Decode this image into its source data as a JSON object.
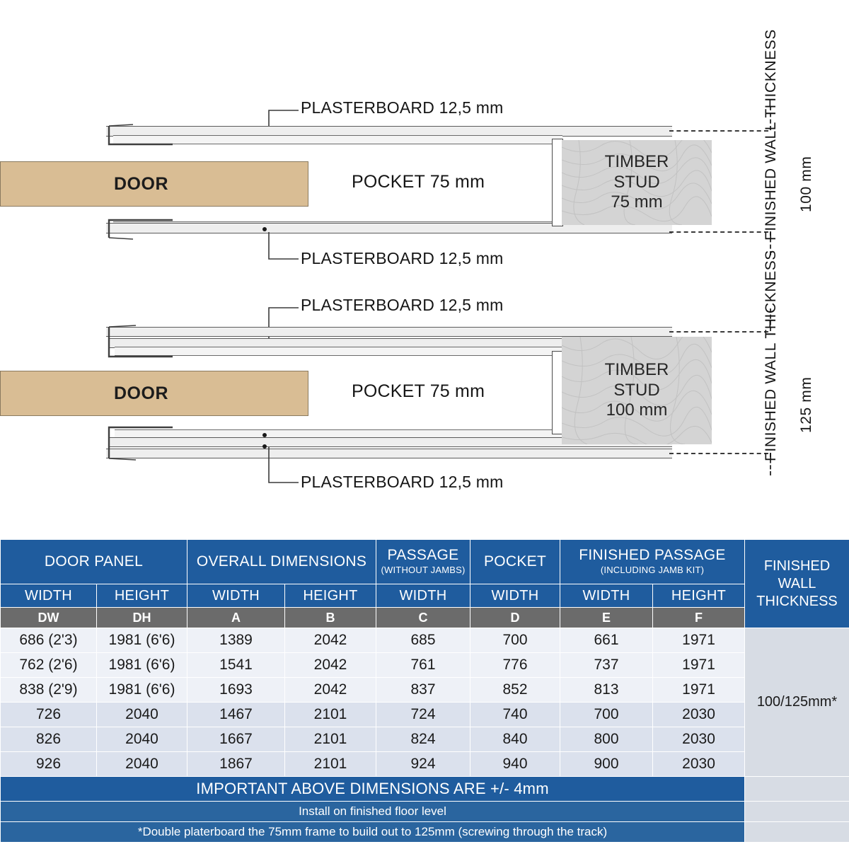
{
  "diagrams": [
    {
      "id": "wall-100",
      "door_label": "DOOR",
      "pocket_label": "POCKET 75 mm",
      "plasterboard_top_label": "PLASTERBOARD 12,5 mm",
      "plasterboard_bottom_label": "PLASTERBOARD 12,5 mm",
      "stud_line1": "TIMBER",
      "stud_line2": "STUD",
      "stud_line3": "75 mm",
      "dimension_label": "FINISHED WALL THICKNESS",
      "dimension_value": "100 mm"
    },
    {
      "id": "wall-125",
      "door_label": "DOOR",
      "pocket_label": "POCKET 75 mm",
      "plasterboard_top_label": "PLASTERBOARD 12,5 mm",
      "plasterboard_bottom_label": "PLASTERBOARD 12,5 mm",
      "stud_line1": "TIMBER",
      "stud_line2": "STUD",
      "stud_line3": "100 mm",
      "dimension_label": "FINISHED WALL THICKNESS",
      "dimension_value": "125 mm"
    }
  ],
  "colors": {
    "header_blue": "#1f5c9e",
    "code_gray": "#6b6b6b",
    "door_tan": "#d9bd94",
    "stud_gray": "#d4d4d4",
    "row_light": "#eef1f7",
    "row_dark": "#dbe1ed",
    "thickness_cell": "#d7dce4"
  },
  "table": {
    "group_headers": [
      {
        "title": "DOOR PANEL",
        "subtitle": "",
        "span": 2
      },
      {
        "title": "OVERALL DIMENSIONS",
        "subtitle": "",
        "span": 2
      },
      {
        "title": "PASSAGE",
        "subtitle": "(WITHOUT JAMBS)",
        "span": 1
      },
      {
        "title": "POCKET",
        "subtitle": "",
        "span": 1
      },
      {
        "title": "FINISHED PASSAGE",
        "subtitle": "(INCLUDING JAMB KIT)",
        "span": 2
      }
    ],
    "thickness_header": "FINISHED WALL THICKNESS",
    "sub_headers": [
      "WIDTH",
      "HEIGHT",
      "WIDTH",
      "HEIGHT",
      "WIDTH",
      "WIDTH",
      "WIDTH",
      "HEIGHT"
    ],
    "code_row": [
      "DW",
      "DH",
      "A",
      "B",
      "C",
      "D",
      "E",
      "F"
    ],
    "rows": [
      {
        "band": "a",
        "cells": [
          "686 (2'3)",
          "1981 (6'6)",
          "1389",
          "2042",
          "685",
          "700",
          "661",
          "1971"
        ]
      },
      {
        "band": "a",
        "cells": [
          "762 (2'6)",
          "1981 (6'6)",
          "1541",
          "2042",
          "761",
          "776",
          "737",
          "1971"
        ]
      },
      {
        "band": "a",
        "cells": [
          "838 (2'9)",
          "1981 (6'6)",
          "1693",
          "2042",
          "837",
          "852",
          "813",
          "1971"
        ]
      },
      {
        "band": "b",
        "cells": [
          "726",
          "2040",
          "1467",
          "2101",
          "724",
          "740",
          "700",
          "2030"
        ]
      },
      {
        "band": "b",
        "cells": [
          "826",
          "2040",
          "1667",
          "2101",
          "824",
          "840",
          "800",
          "2030"
        ]
      },
      {
        "band": "b",
        "cells": [
          "926",
          "2040",
          "1867",
          "2101",
          "924",
          "940",
          "900",
          "2030"
        ]
      }
    ],
    "thickness_value": "100/125mm*",
    "notes": [
      "IMPORTANT ABOVE DIMENSIONS ARE  +/- 4mm",
      "Install on finished floor level",
      "*Double platerboard the 75mm frame to build out to 125mm (screwing through the track)"
    ]
  }
}
